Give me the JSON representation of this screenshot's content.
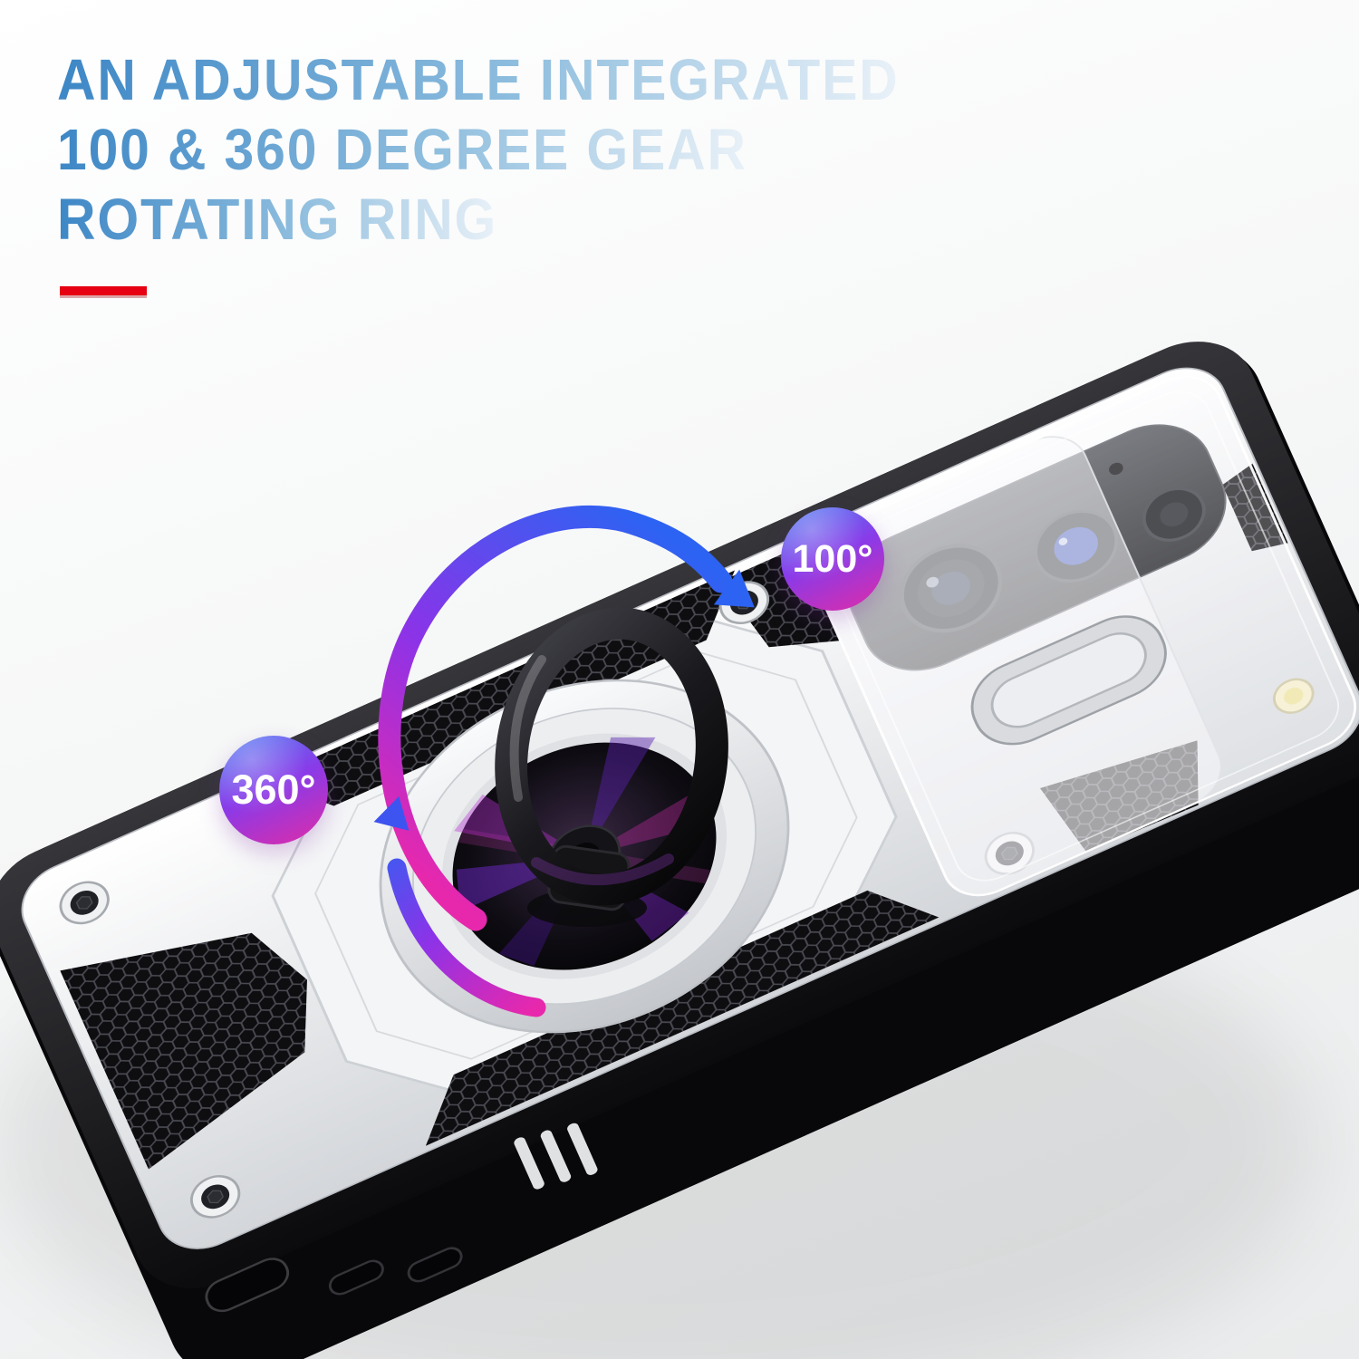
{
  "banner": {
    "headline": {
      "lines": [
        "AN ADJUSTABLE INTEGRATED",
        "100 & 360 DEGREE GEAR",
        "ROTATING RING"
      ],
      "accent_color": "#e60012"
    },
    "badges": {
      "slide_rotation": {
        "label": "100°"
      },
      "ring_rotation": {
        "label": "360°"
      }
    },
    "colors": {
      "headline_gradient": [
        "#3d87c6",
        "#e9f1f8"
      ],
      "badge_gradient": [
        "#4f80f4",
        "#8a3ae8",
        "#e02ca6"
      ],
      "arrow_gradient": [
        "#e828ac",
        "#8c33e8",
        "#2d63f2"
      ],
      "background": [
        "#ffffff",
        "#e9ebec"
      ]
    }
  }
}
